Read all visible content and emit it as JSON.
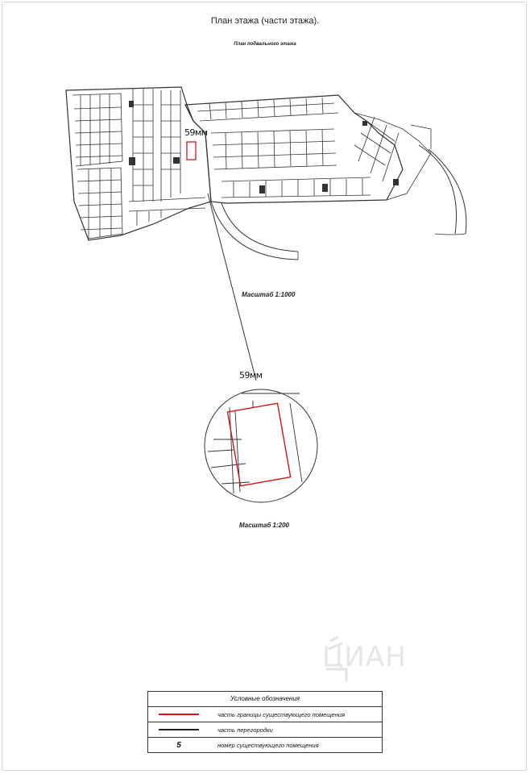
{
  "header": {
    "title": "План этажа (части этажа).",
    "subtitle": "План подвального этажа"
  },
  "drawing": {
    "dimension_top": "59мм",
    "dimension_zoom": "59мм",
    "scale_main": "Масштаб 1:1000",
    "scale_zoom": "Масштаб 1:200",
    "highlight_color": "#d01818",
    "line_color": "#222222"
  },
  "legend": {
    "title": "Условные обозначения",
    "rows": [
      {
        "symbol": "red-line",
        "text": "часть границы существующего помещения"
      },
      {
        "symbol": "black-line",
        "text": "часть перегородки"
      },
      {
        "symbol": "number",
        "symbol_text": "5",
        "text": "номер существующего помещения"
      }
    ]
  },
  "watermark": "ЦИАН"
}
